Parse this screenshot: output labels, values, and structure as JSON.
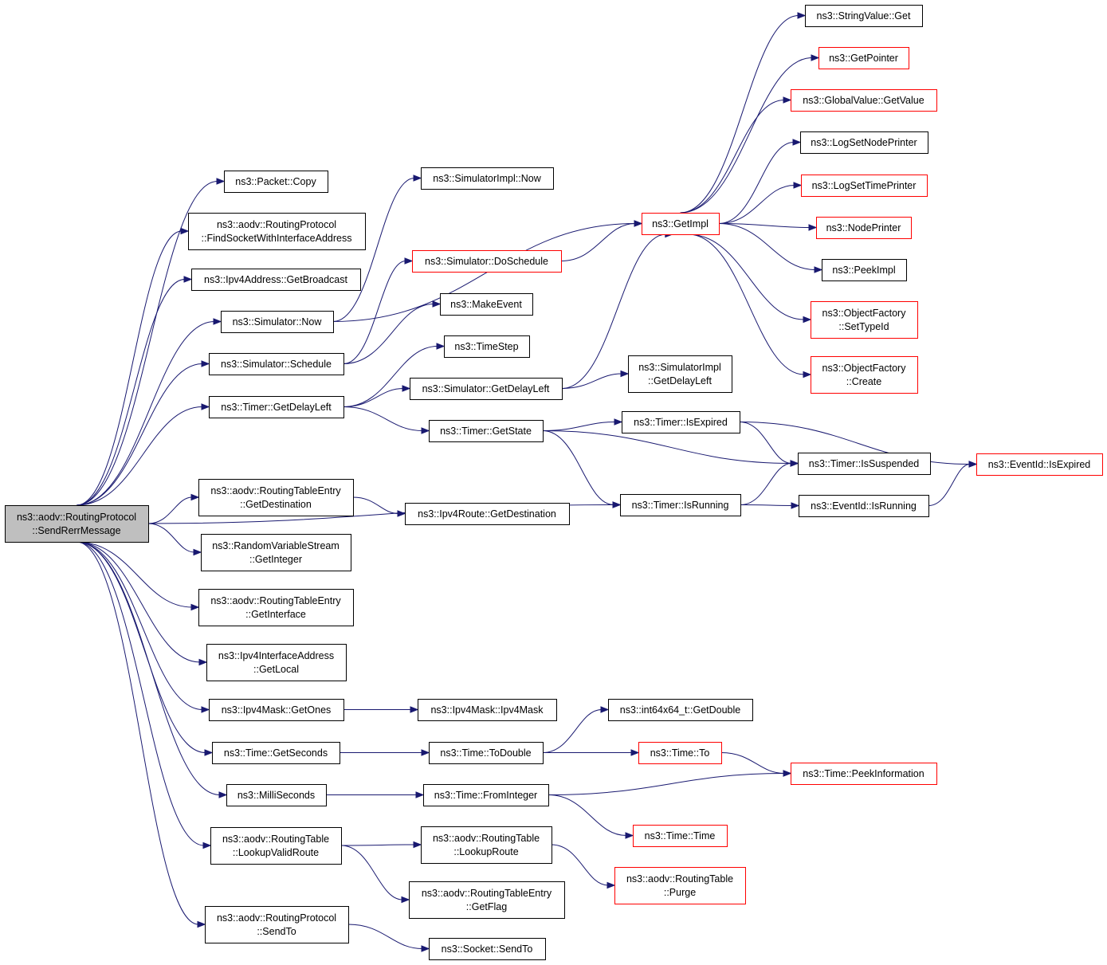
{
  "graph": {
    "colors": {
      "edge": "#191970",
      "root_fill": "#bfbfbf",
      "root_border": "#000000",
      "node_fill": "#ffffff",
      "node_border": "#000000",
      "truncated_border": "#ff0000"
    },
    "nodes": [
      {
        "id": "root",
        "lines": [
          "ns3::aodv::RoutingProtocol",
          "::SendRerrMessage"
        ],
        "style": "root"
      },
      {
        "id": "packet_copy",
        "lines": [
          "ns3::Packet::Copy"
        ],
        "style": "normal"
      },
      {
        "id": "find_socket",
        "lines": [
          "ns3::aodv::RoutingProtocol",
          "::FindSocketWithInterfaceAddress"
        ],
        "style": "normal"
      },
      {
        "id": "ipv4_bcast",
        "lines": [
          "ns3::Ipv4Address::GetBroadcast"
        ],
        "style": "normal"
      },
      {
        "id": "sim_now",
        "lines": [
          "ns3::Simulator::Now"
        ],
        "style": "normal"
      },
      {
        "id": "sim_schedule",
        "lines": [
          "ns3::Simulator::Schedule"
        ],
        "style": "normal"
      },
      {
        "id": "timer_getdelay",
        "lines": [
          "ns3::Timer::GetDelayLeft"
        ],
        "style": "normal"
      },
      {
        "id": "rte_getdest",
        "lines": [
          "ns3::aodv::RoutingTableEntry",
          "::GetDestination"
        ],
        "style": "normal"
      },
      {
        "id": "rvs_getint",
        "lines": [
          "ns3::RandomVariableStream",
          "::GetInteger"
        ],
        "style": "normal"
      },
      {
        "id": "rte_getif",
        "lines": [
          "ns3::aodv::RoutingTableEntry",
          "::GetInterface"
        ],
        "style": "normal"
      },
      {
        "id": "ifaddr_getlocal",
        "lines": [
          "ns3::Ipv4InterfaceAddress",
          "::GetLocal"
        ],
        "style": "normal"
      },
      {
        "id": "mask_getones",
        "lines": [
          "ns3::Ipv4Mask::GetOnes"
        ],
        "style": "normal"
      },
      {
        "id": "time_getsec",
        "lines": [
          "ns3::Time::GetSeconds"
        ],
        "style": "normal"
      },
      {
        "id": "millisec",
        "lines": [
          "ns3::MilliSeconds"
        ],
        "style": "normal"
      },
      {
        "id": "rt_lookupvalid",
        "lines": [
          "ns3::aodv::RoutingTable",
          "::LookupValidRoute"
        ],
        "style": "normal"
      },
      {
        "id": "rp_sendto",
        "lines": [
          "ns3::aodv::RoutingProtocol",
          "::SendTo"
        ],
        "style": "normal"
      },
      {
        "id": "simimpl_now",
        "lines": [
          "ns3::SimulatorImpl::Now"
        ],
        "style": "normal"
      },
      {
        "id": "sim_dosched",
        "lines": [
          "ns3::Simulator::DoSchedule"
        ],
        "style": "truncated"
      },
      {
        "id": "makeevent",
        "lines": [
          "ns3::MakeEvent"
        ],
        "style": "normal"
      },
      {
        "id": "timestep",
        "lines": [
          "ns3::TimeStep"
        ],
        "style": "normal"
      },
      {
        "id": "sim_getdelay",
        "lines": [
          "ns3::Simulator::GetDelayLeft"
        ],
        "style": "normal"
      },
      {
        "id": "timer_getstate",
        "lines": [
          "ns3::Timer::GetState"
        ],
        "style": "normal"
      },
      {
        "id": "ipv4route_getdest",
        "lines": [
          "ns3::Ipv4Route::GetDestination"
        ],
        "style": "normal"
      },
      {
        "id": "mask_ctor",
        "lines": [
          "ns3::Ipv4Mask::Ipv4Mask"
        ],
        "style": "normal"
      },
      {
        "id": "time_todouble",
        "lines": [
          "ns3::Time::ToDouble"
        ],
        "style": "normal"
      },
      {
        "id": "time_fromint",
        "lines": [
          "ns3::Time::FromInteger"
        ],
        "style": "normal"
      },
      {
        "id": "rt_lookup",
        "lines": [
          "ns3::aodv::RoutingTable",
          "::LookupRoute"
        ],
        "style": "normal"
      },
      {
        "id": "rte_getflag",
        "lines": [
          "ns3::aodv::RoutingTableEntry",
          "::GetFlag"
        ],
        "style": "normal"
      },
      {
        "id": "socket_sendto",
        "lines": [
          "ns3::Socket::SendTo"
        ],
        "style": "normal"
      },
      {
        "id": "getimpl",
        "lines": [
          "ns3::GetImpl"
        ],
        "style": "truncated"
      },
      {
        "id": "simimpl_getdelay",
        "lines": [
          "ns3::SimulatorImpl",
          "::GetDelayLeft"
        ],
        "style": "normal"
      },
      {
        "id": "timer_isexpired",
        "lines": [
          "ns3::Timer::IsExpired"
        ],
        "style": "normal"
      },
      {
        "id": "timer_isrunning",
        "lines": [
          "ns3::Timer::IsRunning"
        ],
        "style": "normal"
      },
      {
        "id": "int64_getdouble",
        "lines": [
          "ns3::int64x64_t::GetDouble"
        ],
        "style": "normal"
      },
      {
        "id": "time_to",
        "lines": [
          "ns3::Time::To"
        ],
        "style": "truncated"
      },
      {
        "id": "time_time",
        "lines": [
          "ns3::Time::Time"
        ],
        "style": "truncated"
      },
      {
        "id": "rt_purge",
        "lines": [
          "ns3::aodv::RoutingTable",
          "::Purge"
        ],
        "style": "truncated"
      },
      {
        "id": "strval_get",
        "lines": [
          "ns3::StringValue::Get"
        ],
        "style": "normal"
      },
      {
        "id": "getpointer",
        "lines": [
          "ns3::GetPointer"
        ],
        "style": "truncated"
      },
      {
        "id": "gv_getvalue",
        "lines": [
          "ns3::GlobalValue::GetValue"
        ],
        "style": "truncated"
      },
      {
        "id": "lognodeprinter",
        "lines": [
          "ns3::LogSetNodePrinter"
        ],
        "style": "normal"
      },
      {
        "id": "logtimeprinter",
        "lines": [
          "ns3::LogSetTimePrinter"
        ],
        "style": "truncated"
      },
      {
        "id": "nodeprinter",
        "lines": [
          "ns3::NodePrinter"
        ],
        "style": "truncated"
      },
      {
        "id": "peekimpl",
        "lines": [
          "ns3::PeekImpl"
        ],
        "style": "normal"
      },
      {
        "id": "of_settypeid",
        "lines": [
          "ns3::ObjectFactory",
          "::SetTypeId"
        ],
        "style": "truncated"
      },
      {
        "id": "of_create",
        "lines": [
          "ns3::ObjectFactory",
          "::Create"
        ],
        "style": "truncated"
      },
      {
        "id": "timer_issusp",
        "lines": [
          "ns3::Timer::IsSuspended"
        ],
        "style": "normal"
      },
      {
        "id": "eventid_isrunning",
        "lines": [
          "ns3::EventId::IsRunning"
        ],
        "style": "normal"
      },
      {
        "id": "time_peekinfo",
        "lines": [
          "ns3::Time::PeekInformation"
        ],
        "style": "truncated"
      },
      {
        "id": "eventid_isexpired",
        "lines": [
          "ns3::EventId::IsExpired"
        ],
        "style": "truncated"
      }
    ],
    "edges": [
      [
        "root",
        "packet_copy"
      ],
      [
        "root",
        "find_socket"
      ],
      [
        "root",
        "ipv4_bcast"
      ],
      [
        "root",
        "sim_now"
      ],
      [
        "root",
        "sim_schedule"
      ],
      [
        "root",
        "timer_getdelay"
      ],
      [
        "root",
        "timer_isrunning"
      ],
      [
        "root",
        "rte_getdest"
      ],
      [
        "root",
        "rvs_getint"
      ],
      [
        "root",
        "rte_getif"
      ],
      [
        "root",
        "ifaddr_getlocal"
      ],
      [
        "root",
        "mask_getones"
      ],
      [
        "root",
        "time_getsec"
      ],
      [
        "root",
        "millisec"
      ],
      [
        "root",
        "rt_lookupvalid"
      ],
      [
        "root",
        "rp_sendto"
      ],
      [
        "sim_now",
        "simimpl_now"
      ],
      [
        "sim_now",
        "getimpl"
      ],
      [
        "sim_schedule",
        "sim_dosched"
      ],
      [
        "sim_schedule",
        "makeevent"
      ],
      [
        "timer_getdelay",
        "timestep"
      ],
      [
        "timer_getdelay",
        "sim_getdelay"
      ],
      [
        "timer_getdelay",
        "timer_getstate"
      ],
      [
        "sim_dosched",
        "getimpl"
      ],
      [
        "sim_getdelay",
        "getimpl"
      ],
      [
        "sim_getdelay",
        "simimpl_getdelay"
      ],
      [
        "timer_getstate",
        "timer_isexpired"
      ],
      [
        "timer_getstate",
        "timer_issusp"
      ],
      [
        "timer_getstate",
        "timer_isrunning"
      ],
      [
        "timer_isexpired",
        "timer_issusp"
      ],
      [
        "timer_isexpired",
        "eventid_isexpired"
      ],
      [
        "timer_isrunning",
        "timer_issusp"
      ],
      [
        "timer_isrunning",
        "eventid_isrunning"
      ],
      [
        "eventid_isrunning",
        "eventid_isexpired"
      ],
      [
        "rte_getdest",
        "ipv4route_getdest"
      ],
      [
        "mask_getones",
        "mask_ctor"
      ],
      [
        "time_getsec",
        "time_todouble"
      ],
      [
        "time_todouble",
        "int64_getdouble"
      ],
      [
        "time_todouble",
        "time_to"
      ],
      [
        "time_to",
        "time_peekinfo"
      ],
      [
        "millisec",
        "time_fromint"
      ],
      [
        "time_fromint",
        "time_peekinfo"
      ],
      [
        "time_fromint",
        "time_time"
      ],
      [
        "rt_lookupvalid",
        "rt_lookup"
      ],
      [
        "rt_lookupvalid",
        "rte_getflag"
      ],
      [
        "rt_lookup",
        "rt_purge"
      ],
      [
        "rp_sendto",
        "socket_sendto"
      ],
      [
        "getimpl",
        "strval_get"
      ],
      [
        "getimpl",
        "getpointer"
      ],
      [
        "getimpl",
        "gv_getvalue"
      ],
      [
        "getimpl",
        "lognodeprinter"
      ],
      [
        "getimpl",
        "logtimeprinter"
      ],
      [
        "getimpl",
        "nodeprinter"
      ],
      [
        "getimpl",
        "peekimpl"
      ],
      [
        "getimpl",
        "of_settypeid"
      ],
      [
        "getimpl",
        "of_create"
      ]
    ]
  }
}
